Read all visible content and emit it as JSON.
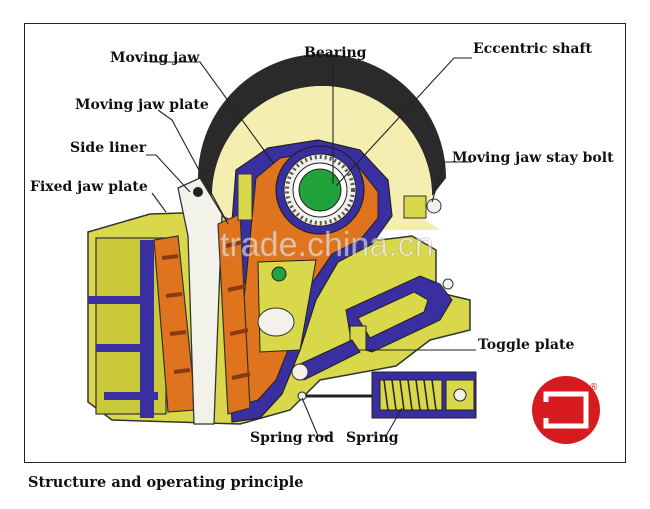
{
  "labels": {
    "moving_jaw": "Moving jaw",
    "bearing": "Bearing",
    "eccentric_shaft": "Eccentric shaft",
    "moving_jaw_plate": "Moving jaw plate",
    "side_liner": "Side liner",
    "moving_jaw_stay_bolt": "Moving jaw stay bolt",
    "fixed_jaw_plate": "Fixed jaw plate",
    "toggle_plate": "Toggle plate",
    "spring_rod": "Spring rod",
    "spring": "Spring"
  },
  "caption": "Structure and operating principle",
  "watermark": "trade.china.cn",
  "logo": {
    "mark": "®"
  },
  "colors": {
    "frame_yellow": "#d8d84a",
    "flywheel_cream": "#f4eeb0",
    "jaw_purple": "#3a2fa0",
    "plate_orange": "#e0741e",
    "shaft_green": "#22a23a",
    "logo_red": "#d71920"
  }
}
